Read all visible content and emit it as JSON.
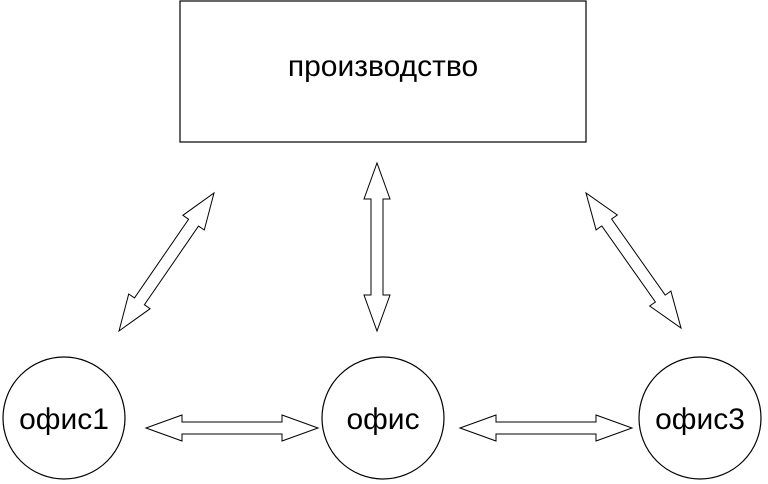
{
  "diagram": {
    "nodes": {
      "production": {
        "label": "производство",
        "shape": "rectangle"
      },
      "office1": {
        "label": "офис1",
        "shape": "circle"
      },
      "office": {
        "label": "офис",
        "shape": "circle"
      },
      "office3": {
        "label": "офис3",
        "shape": "circle"
      }
    },
    "edges": [
      {
        "from": "office1",
        "to": "production",
        "direction": "bidirectional"
      },
      {
        "from": "office",
        "to": "production",
        "direction": "bidirectional"
      },
      {
        "from": "office3",
        "to": "production",
        "direction": "bidirectional"
      },
      {
        "from": "office1",
        "to": "office",
        "direction": "bidirectional"
      },
      {
        "from": "office",
        "to": "office3",
        "direction": "bidirectional"
      }
    ],
    "colors": {
      "stroke": "#000000",
      "fill": "#ffffff",
      "background": "#ffffff"
    }
  }
}
